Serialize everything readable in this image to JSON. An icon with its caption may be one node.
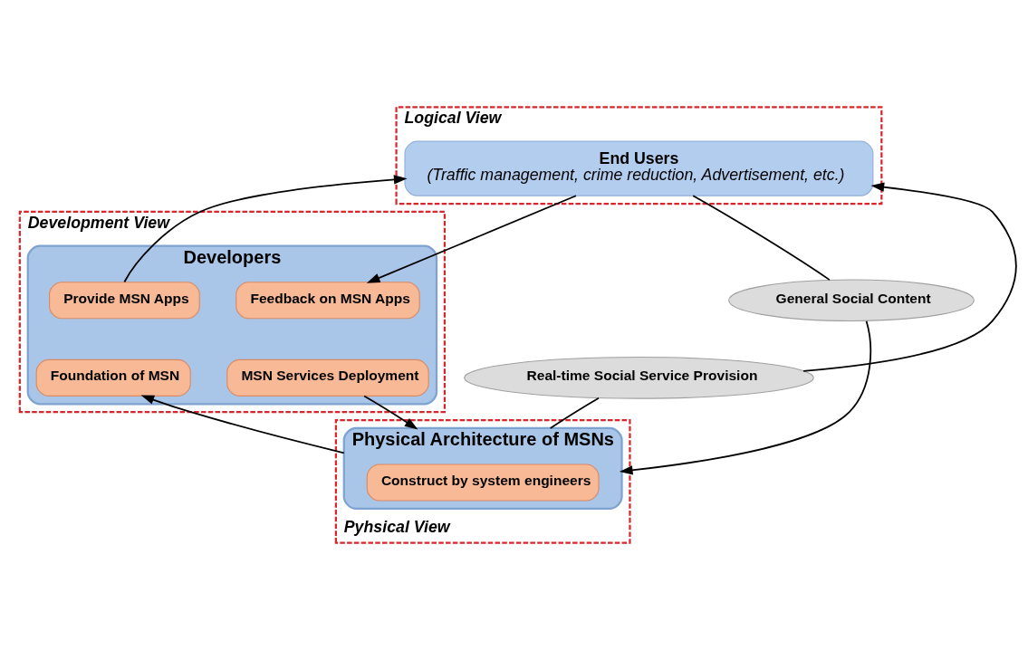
{
  "diagram": {
    "nodes": [
      {
        "text": [
          "Logical View"
        ]
      },
      {
        "text": [
          "End Users",
          "(Traffic management, crime reduction, Advertisement, etc.)"
        ],
        "in": 0
      },
      {
        "text": [
          "Development View"
        ]
      },
      {
        "text": [
          "Developers"
        ],
        "in": 2
      },
      {
        "text": [
          "Provide MSN Apps"
        ],
        "in": 3
      },
      {
        "text": [
          "Feedback on MSN Apps"
        ],
        "in": 3
      },
      {
        "text": [
          "Foundation of MSN"
        ],
        "in": 3
      },
      {
        "text": [
          "MSN Services Deployment"
        ],
        "in": 3
      },
      {
        "text": [
          "Pyhsical View"
        ]
      },
      {
        "text": [
          "Physical Architecture of MSNs"
        ],
        "in": 8
      },
      {
        "text": [
          "Construct by system engineers"
        ],
        "in": 9
      },
      {
        "text": [
          "Real-time Social Service Provision"
        ]
      },
      {
        "text": [
          "General Social Content"
        ]
      }
    ],
    "edges": [
      {
        "from": 4,
        "to": 1,
        "arrow": "to"
      },
      {
        "from": 1,
        "to": 5,
        "arrow": "to"
      },
      {
        "from": 9,
        "to": 6,
        "arrow": "to"
      },
      {
        "from": 7,
        "to": 9,
        "arrow": "to"
      },
      {
        "from": 9,
        "to": 11,
        "arrow": "none"
      },
      {
        "from": 11,
        "to": 1,
        "arrow": "to"
      },
      {
        "from": 1,
        "to": 12,
        "arrow": "none"
      },
      {
        "from": 12,
        "to": 9,
        "arrow": "to"
      }
    ]
  }
}
